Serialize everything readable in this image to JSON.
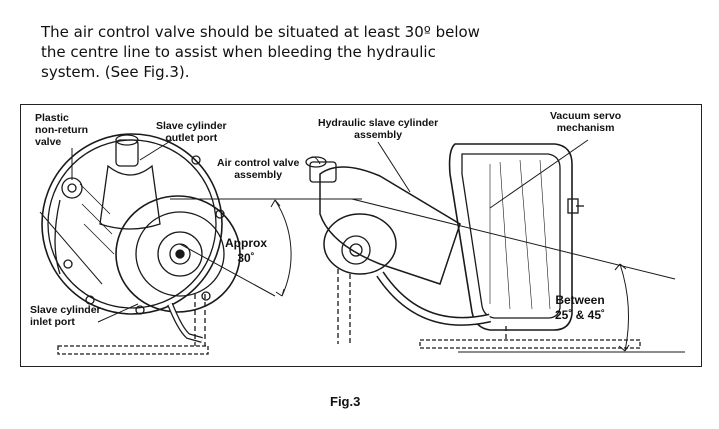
{
  "intro": {
    "line1": "The air control valve should be situated at least 30º below",
    "line2": "the centre line to assist when bleeding the hydraulic",
    "line3": "system. (See Fig.3)."
  },
  "figure": {
    "labels": {
      "plastic_valve": "Plastic\nnon-return\nvalve",
      "slave_outlet": "Slave cylinder\noutlet port",
      "air_control": "Air control valve\nassembly",
      "hydraulic_slave": "Hydraulic slave cylinder\nassembly",
      "vacuum_servo": "Vacuum servo\nmechanism",
      "approx": "Approx\n30˚",
      "slave_inlet": "Slave cylinder\ninlet port",
      "between": "Between\n25˚ & 45˚"
    },
    "caption": "Fig.3"
  }
}
